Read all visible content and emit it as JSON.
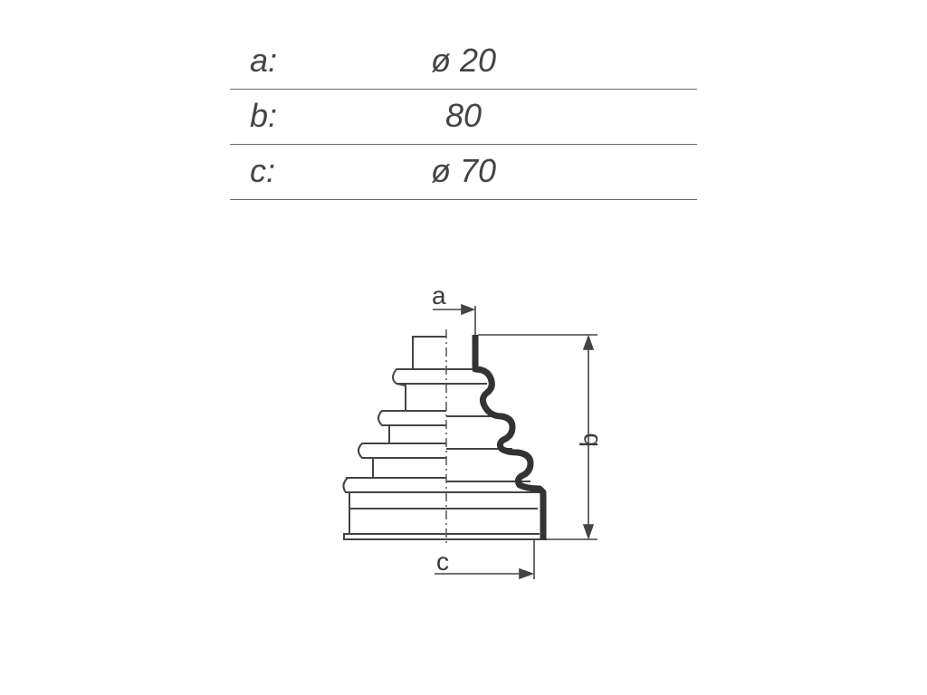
{
  "specs": {
    "rows": [
      {
        "label": "a:",
        "value": "ø 20"
      },
      {
        "label": "b:",
        "value": "80"
      },
      {
        "label": "c:",
        "value": "ø  70"
      }
    ]
  },
  "diagram": {
    "label_a": "a",
    "label_b": "b",
    "label_c": "c"
  }
}
